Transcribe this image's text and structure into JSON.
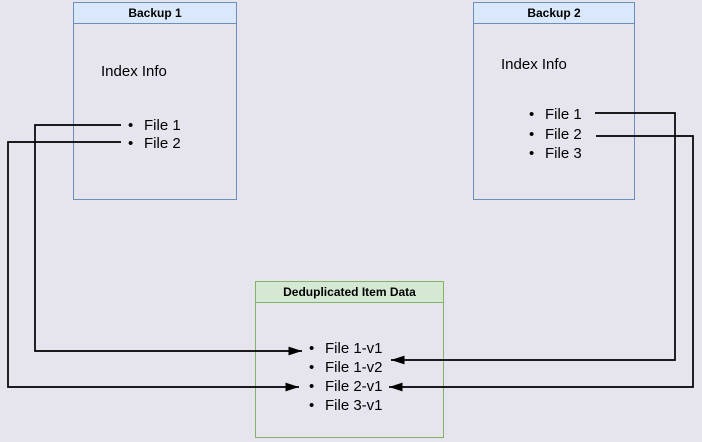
{
  "backup1": {
    "title": "Backup 1",
    "subtitle": "Index Info",
    "items": [
      "File 1",
      "File 2"
    ]
  },
  "backup2": {
    "title": "Backup 2",
    "subtitle": "Index Info",
    "items": [
      "File 1",
      "File 2",
      "File 3"
    ]
  },
  "dedup": {
    "title": "Deduplicated Item Data",
    "items": [
      "File 1-v1",
      "File 1-v2",
      "File 2-v1",
      "File 3-v1"
    ]
  },
  "connections": [
    {
      "from": "Backup 1 / File 1",
      "to": "File 1-v1"
    },
    {
      "from": "Backup 1 / File 2",
      "to": "File 2-v1"
    },
    {
      "from": "Backup 2 / File 1",
      "to": "File 1-v2"
    },
    {
      "from": "Backup 2 / File 2",
      "to": "File 2-v1"
    }
  ],
  "colors": {
    "background": "#e6e5ee",
    "backup_header_fill": "#dae8fc",
    "backup_border": "#6c8ebf",
    "dedup_header_fill": "#d5e8d4",
    "dedup_border": "#82b366",
    "arrow": "#000000",
    "text": "#000000"
  }
}
